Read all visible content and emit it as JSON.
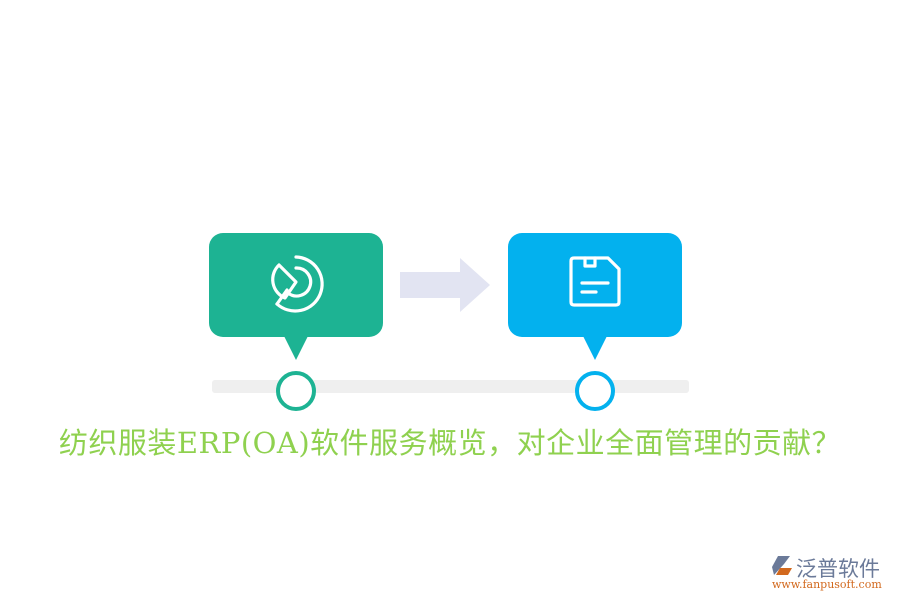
{
  "diagram": {
    "steps": [
      {
        "id": "step-1",
        "icon": "pie-chart-icon",
        "color": "#1db393"
      },
      {
        "id": "step-2",
        "icon": "save-document-icon",
        "color": "#03b1ee"
      }
    ],
    "connector": {
      "icon": "arrow-right-icon",
      "color": "#e2e4f2"
    },
    "timeline": {
      "track_color": "#efefef"
    }
  },
  "title": "纺织服装ERP(OA)软件服务概览，对企业全面管理的贡献？",
  "logo": {
    "name": "泛普软件",
    "url": "www.fanpusoft.com"
  }
}
